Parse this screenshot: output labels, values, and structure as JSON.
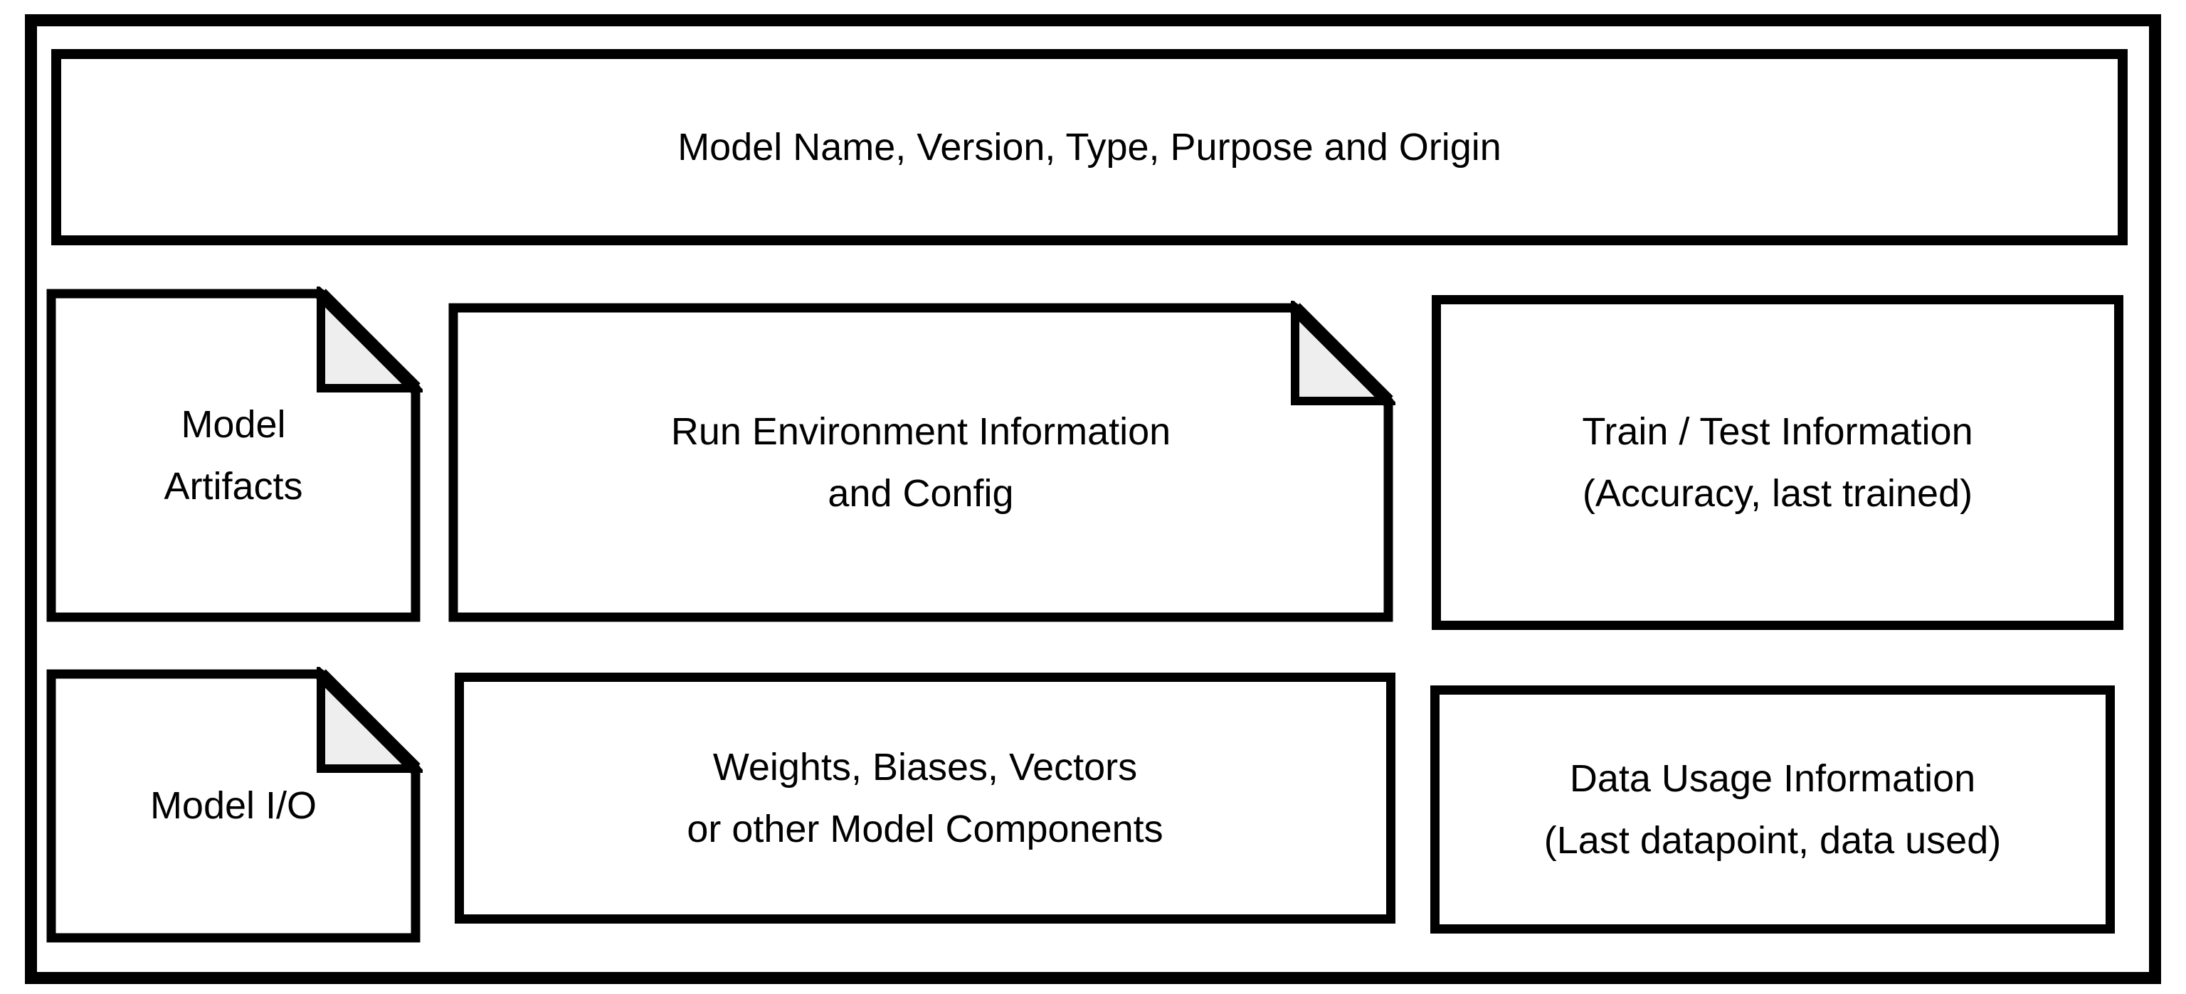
{
  "diagram": {
    "header": {
      "label": "Model Name, Version, Type, Purpose and Origin"
    },
    "model_artifacts": {
      "line1": "Model",
      "line2": "Artifacts"
    },
    "run_environment": {
      "line1": "Run Environment Information",
      "line2": "and Config"
    },
    "train_test": {
      "line1": "Train / Test Information",
      "line2": "(Accuracy, last trained)"
    },
    "model_io": {
      "label": "Model I/O"
    },
    "model_components": {
      "line1": "Weights, Biases, Vectors",
      "line2": "or other Model Components"
    },
    "data_usage": {
      "line1": "Data Usage Information",
      "line2": "(Last datapoint, data used)"
    },
    "colors": {
      "stroke": "#000000",
      "box_fill": "#ffffff",
      "fold_fill": "#eeeeee",
      "background": "#ffffff"
    }
  }
}
